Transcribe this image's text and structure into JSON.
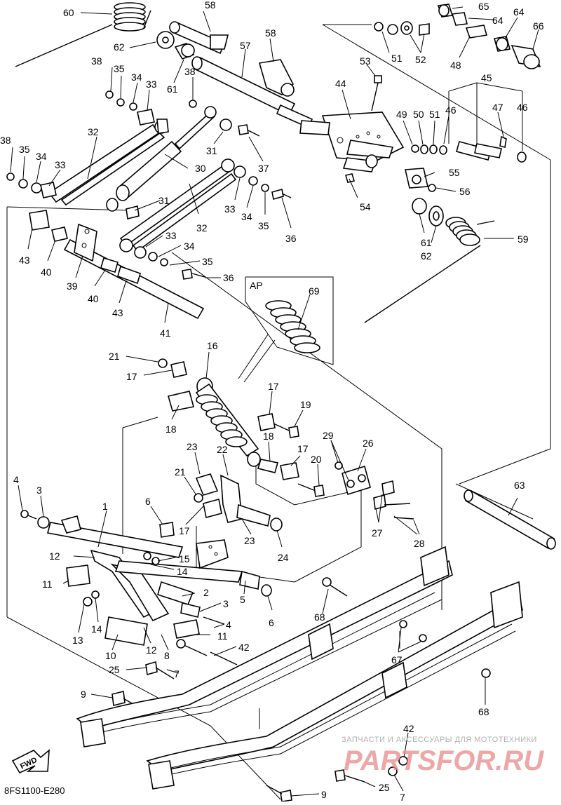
{
  "diagram_code": "8FS1100-E280",
  "watermark": {
    "line1": "ЗАПЧАСТИ И АКСЕССУАРЫ ДЛЯ МОТОТЕХНИКИ",
    "line2": "PARTSFOR.RU"
  },
  "inset_label": "AP",
  "fwd_label": "FWD",
  "callouts": {
    "c60": "60",
    "c58a": "58",
    "c65": "65",
    "c64a": "64",
    "c64b": "64",
    "c66": "66",
    "c62a": "62",
    "c57": "57",
    "c58b": "58",
    "c51a": "51",
    "c52": "52",
    "c48": "48",
    "c38a": "38",
    "c35a": "35",
    "c34a": "34",
    "c33a": "33",
    "c38b": "38",
    "c61a": "61",
    "c53": "53",
    "c44": "44",
    "c45": "45",
    "c49": "49",
    "c50": "50",
    "c51b": "51",
    "c46a": "46",
    "c47": "47",
    "c46b": "46",
    "c32a": "32",
    "c31a": "31",
    "c37": "37",
    "c38c": "38",
    "c35b": "35",
    "c34b": "34",
    "c33b": "33",
    "c30": "30",
    "c55": "55",
    "c56": "56",
    "c54": "54",
    "c31b": "31",
    "c33c": "33",
    "c34c": "34",
    "c35c": "35",
    "c36a": "36",
    "c32b": "32",
    "c61b": "61",
    "c62b": "62",
    "c59": "59",
    "c43a": "43",
    "c40a": "40",
    "c39": "39",
    "c33d": "33",
    "c34d": "34",
    "c35d": "35",
    "c36b": "36",
    "c40b": "40",
    "c43b": "43",
    "c41": "41",
    "c69": "69",
    "c21a": "21",
    "c17a": "17",
    "c16": "16",
    "c18a": "18",
    "c17b": "17",
    "c19": "19",
    "c18b": "18",
    "c17c": "17",
    "c29": "29",
    "c26": "26",
    "c23a": "23",
    "c22": "22",
    "c21b": "21",
    "c20": "20",
    "c4a": "4",
    "c3a": "3",
    "c6a": "6",
    "c1": "1",
    "c17d": "17",
    "c23b": "23",
    "c24": "24",
    "c27": "27",
    "c28": "28",
    "c63": "63",
    "c12a": "12",
    "c15": "15",
    "c14a": "14",
    "c11a": "11",
    "c2": "2",
    "c3b": "3",
    "c5": "5",
    "c6b": "6",
    "c68a": "68",
    "c13": "13",
    "c14b": "14",
    "c4b": "4",
    "c11b": "11",
    "c10": "10",
    "c12b": "12",
    "c8": "8",
    "c42a": "42",
    "c67": "67",
    "c25a": "25",
    "c7a": "7",
    "c9a": "9",
    "c68b": "68",
    "c42b": "42",
    "c25b": "25",
    "c9b": "9",
    "c7b": "7"
  }
}
